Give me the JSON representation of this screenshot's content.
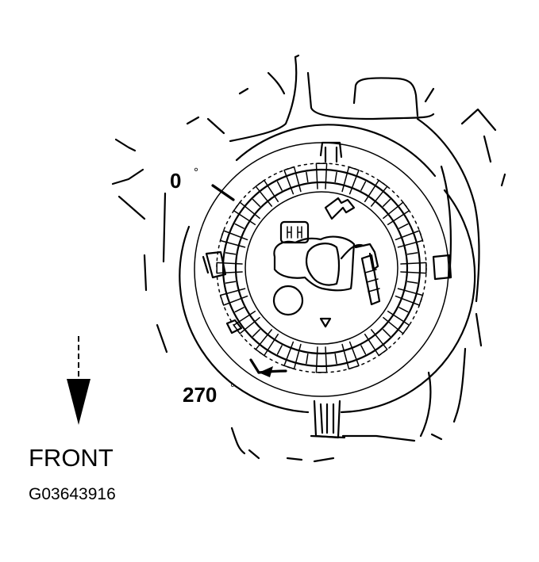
{
  "diagram": {
    "labels": {
      "zero_angle": "0",
      "zero_degree_sign": "°",
      "angle_270": "270",
      "angle_270_degree_sign": "°",
      "front_label": "FRONT",
      "figure_code": "G03643916"
    },
    "icons": {
      "direction_arrow": "down-arrow-icon"
    },
    "colors": {
      "line": "#000000",
      "background": "#ffffff"
    }
  }
}
